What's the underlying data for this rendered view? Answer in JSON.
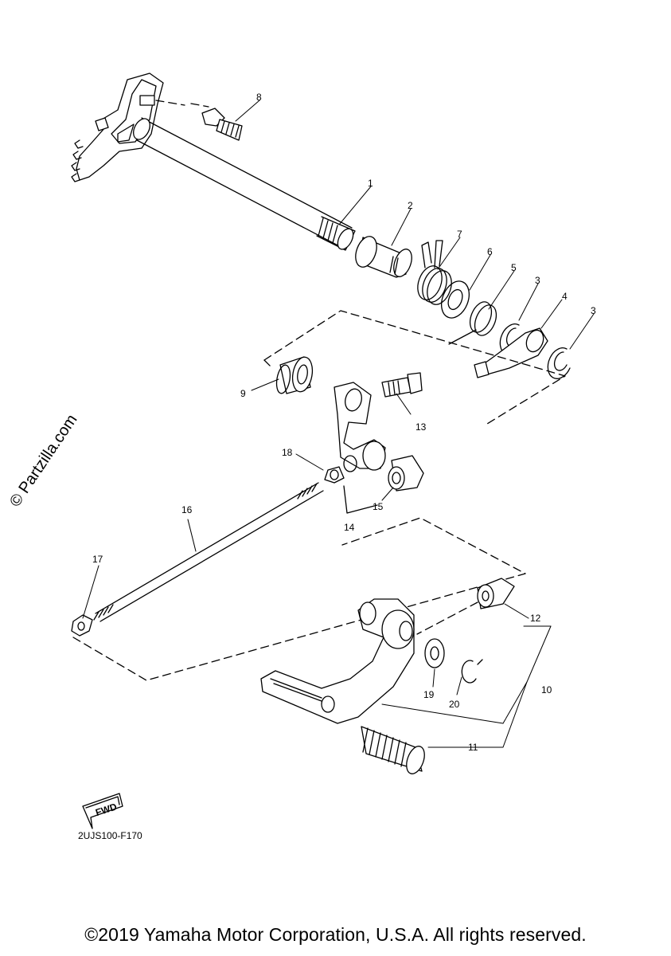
{
  "watermark": "© Partzilla.com",
  "fwd_label": "FWD",
  "part_code": "2UJS100-F170",
  "copyright": "©2019 Yamaha Motor Corporation, U.S.A. All rights reserved.",
  "callouts": {
    "p1": "1",
    "p2": "2",
    "p3a": "3",
    "p3b": "3",
    "p4": "4",
    "p5": "5",
    "p6": "6",
    "p7": "7",
    "p8": "8",
    "p9": "9",
    "p10": "10",
    "p11": "11",
    "p12": "12",
    "p13": "13",
    "p14": "14",
    "p15": "15",
    "p16": "16",
    "p17": "17",
    "p18": "18",
    "p19": "19",
    "p20": "20"
  }
}
